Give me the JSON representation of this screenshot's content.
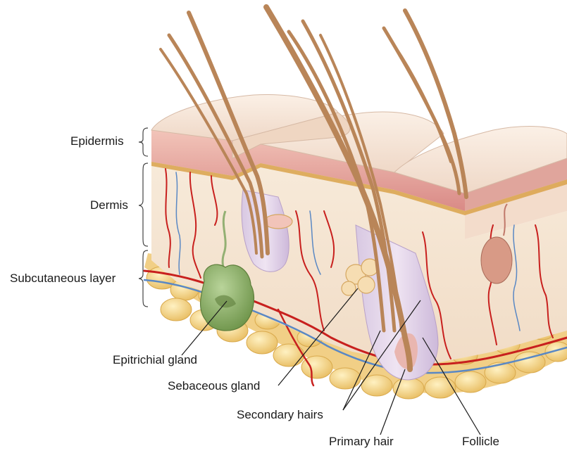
{
  "diagram": {
    "labels": {
      "epidermis": "Epidermis",
      "dermis": "Dermis",
      "subcutaneous": "Subcutaneous layer",
      "epitrichial_gland": "Epitrichial gland",
      "sebaceous_gland": "Sebaceous gland",
      "secondary_hairs": "Secondary hairs",
      "primary_hair": "Primary hair",
      "follicle": "Follicle"
    },
    "colors": {
      "epidermis_top": "#f5ddd0",
      "epidermis_layer": "#e8a9a2",
      "dermis": "#f7e9d8",
      "fat": "#f2d28a",
      "hair": "#b98558",
      "artery": "#c8201e",
      "vein": "#5a88c4",
      "gland_green": "#8fb16a"
    }
  }
}
